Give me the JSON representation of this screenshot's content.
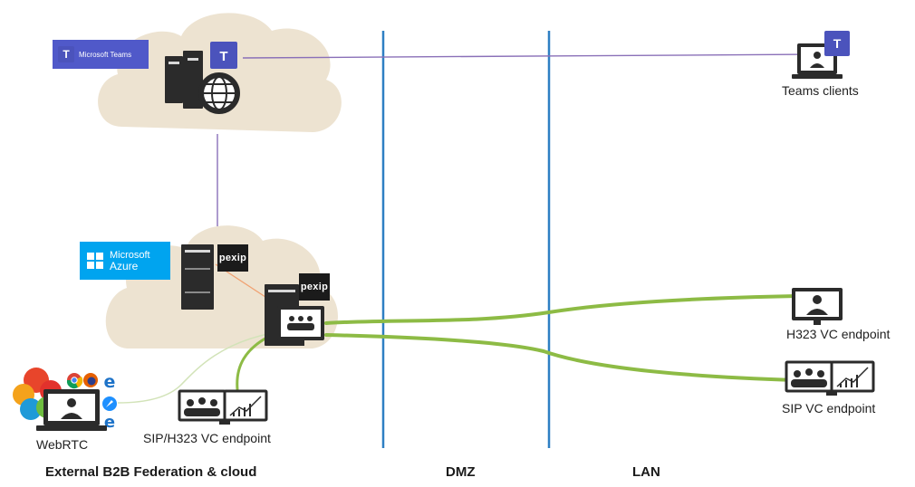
{
  "badges": {
    "microsoft_teams": "Microsoft Teams",
    "azure_line1": "Microsoft",
    "azure_line2": "Azure",
    "pexip_1": "pexip",
    "pexip_2": "pexip"
  },
  "nodes": {
    "teams_clients": "Teams clients",
    "h323_endpoint": "H323 VC endpoint",
    "sip_endpoint": "SIP VC endpoint",
    "webrtc": "WebRTC",
    "sip_h323_endpoint": "SIP/H323 VC endpoint"
  },
  "zones": {
    "external": "External B2B Federation & cloud",
    "dmz": "DMZ",
    "lan": "LAN"
  },
  "colors": {
    "cloud": "#ede3d1",
    "zone_divider": "#2e7fc3",
    "signaling_line": "#8a70b8",
    "media_line": "#8dbb45",
    "teams_brand": "#5059c9",
    "azure_brand": "#00a4ef"
  }
}
